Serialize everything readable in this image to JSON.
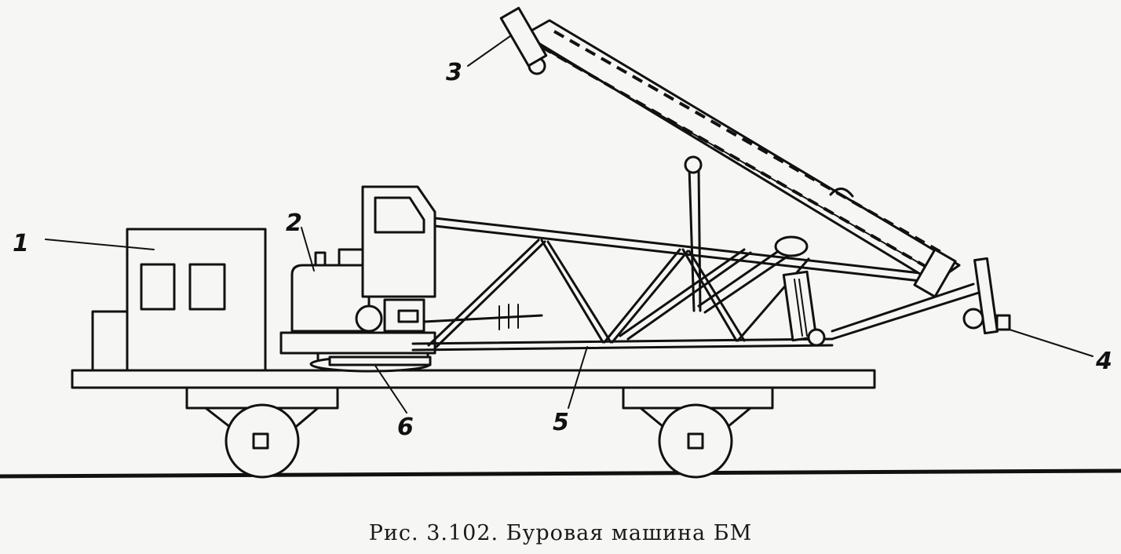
{
  "figure": {
    "caption": "Рис. 3.102. Буровая машина БМ",
    "callouts": [
      {
        "id": "1",
        "label": "1"
      },
      {
        "id": "2",
        "label": "2"
      },
      {
        "id": "3",
        "label": "3"
      },
      {
        "id": "4",
        "label": "4"
      },
      {
        "id": "5",
        "label": "5"
      },
      {
        "id": "6",
        "label": "6"
      }
    ]
  }
}
